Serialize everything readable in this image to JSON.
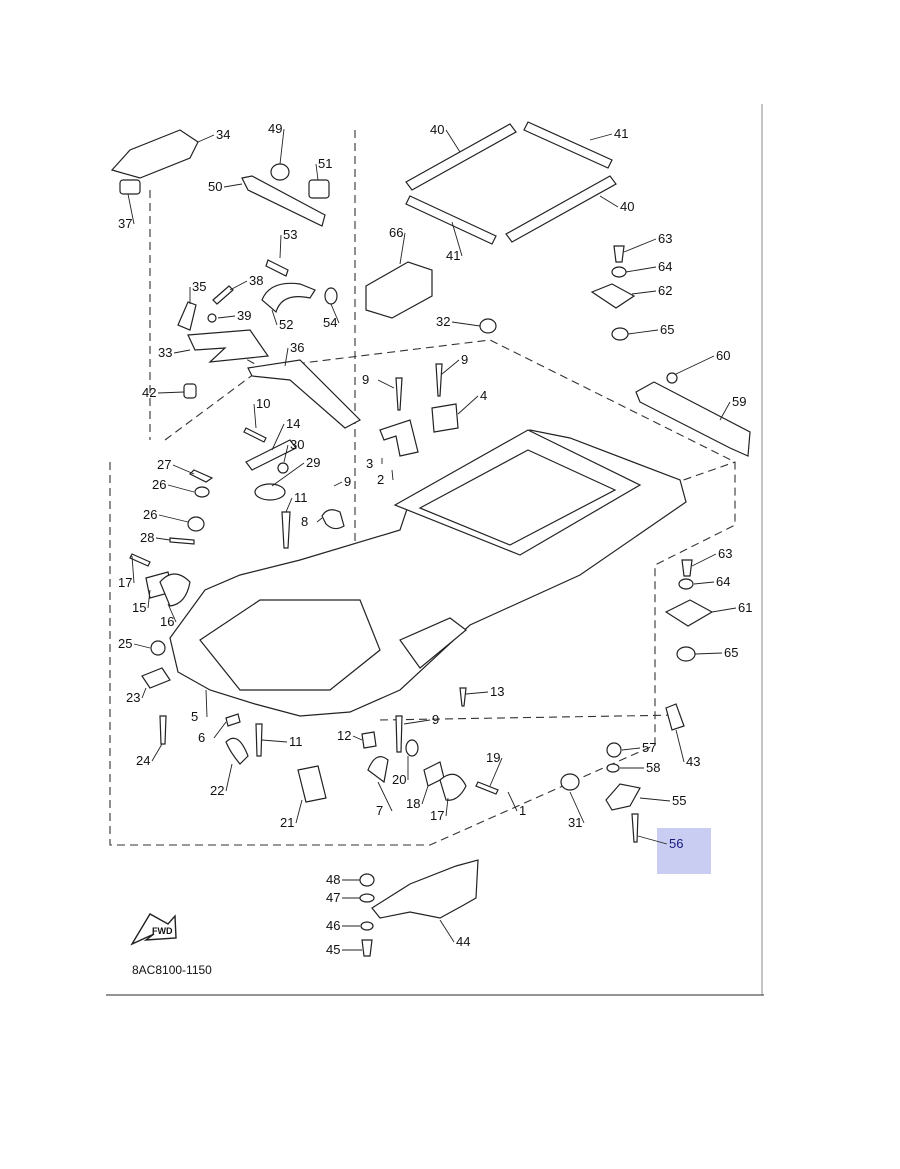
{
  "diagram_code": "8AC8100-1150",
  "fwd_label": "FWD",
  "highlight_color": "#c9cdf2",
  "highlighted_part": "56",
  "callouts": [
    "34",
    "37",
    "49",
    "51",
    "50",
    "53",
    "35",
    "38",
    "39",
    "52",
    "54",
    "33",
    "36",
    "42",
    "10",
    "14",
    "27",
    "26",
    "26",
    "28",
    "30",
    "29",
    "9",
    "11",
    "8",
    "17",
    "15",
    "16",
    "25",
    "23",
    "5",
    "24",
    "6",
    "22",
    "21",
    "11",
    "12",
    "9",
    "20",
    "7",
    "18",
    "17",
    "19",
    "1",
    "31",
    "40",
    "41",
    "40",
    "41",
    "66",
    "63",
    "64",
    "62",
    "65",
    "32",
    "9",
    "9",
    "4",
    "3",
    "2",
    "60",
    "59",
    "63",
    "64",
    "61",
    "65",
    "13",
    "43",
    "57",
    "58",
    "55",
    "56",
    "48",
    "47",
    "46",
    "45",
    "44"
  ]
}
